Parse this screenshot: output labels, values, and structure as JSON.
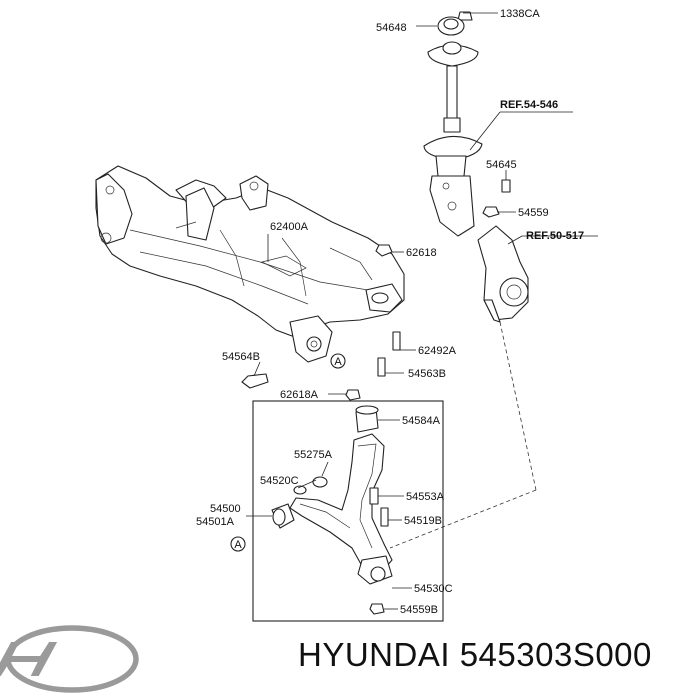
{
  "diagram": {
    "part_labels": {
      "p54648": "54648",
      "p1338CA": "1338CA",
      "ref54546": "REF.54-546",
      "p54645": "54645",
      "p54559": "54559",
      "ref50517": "REF.50-517",
      "p62400A": "62400A",
      "p62618": "62618",
      "p54564B": "54564B",
      "p62492A": "62492A",
      "p54563B": "54563B",
      "p62618A": "62618A",
      "p54584A": "54584A",
      "p55275A": "55275A",
      "p54520C": "54520C",
      "p54553A": "54553A",
      "p54500": "54500",
      "p54501A": "54501A",
      "p54519B": "54519B",
      "p54530C": "54530C",
      "p54559B": "54559B",
      "markerA1": "A",
      "markerA2": "A"
    }
  },
  "footer": {
    "brand": "HYUNDAI",
    "part_number": "545303S000"
  },
  "logo": {
    "icon": "hyundai-logo-icon"
  }
}
